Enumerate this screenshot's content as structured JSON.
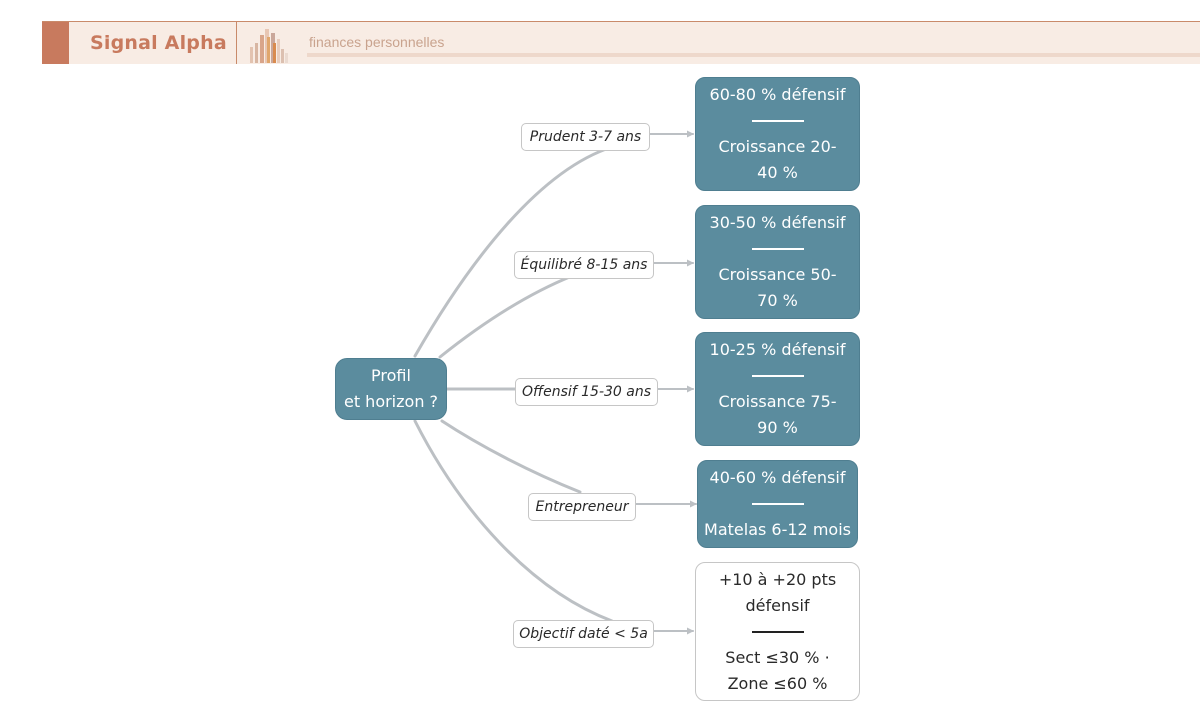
{
  "header": {
    "title": "Signal Alpha",
    "subtitle": "finances personnelles",
    "accent_color": "#c87a5e",
    "logo_icon": "bar-chart-logo-icon"
  },
  "diagram": {
    "root": {
      "line1": "Profil",
      "line2": "et horizon ?"
    },
    "branches": [
      {
        "label": "Prudent 3-7 ans",
        "outcome": {
          "style": "teal",
          "line1": "60-80 % défensif",
          "line2": "Croissance 20-",
          "line3": "40 %"
        }
      },
      {
        "label": "Équilibré 8-15 ans",
        "outcome": {
          "style": "teal",
          "line1": "30-50 % défensif",
          "line2": "Croissance 50-",
          "line3": "70 %"
        }
      },
      {
        "label": "Offensif 15-30 ans",
        "outcome": {
          "style": "teal",
          "line1": "10-25 % défensif",
          "line2": "Croissance 75-",
          "line3": "90 %"
        }
      },
      {
        "label": "Entrepreneur",
        "outcome": {
          "style": "teal",
          "line1": "40-60 % défensif",
          "line2": "Matelas 6-12 mois",
          "line3": ""
        }
      },
      {
        "label": "Objectif daté < 5a",
        "outcome": {
          "style": "white",
          "line0": "+10 à +20 pts",
          "line1": "défensif",
          "line2": "Sect ≤30 % ·",
          "line3": "Zone ≤60 %"
        }
      }
    ],
    "colors": {
      "node_teal": "#5b8c9e",
      "connector": "#bcc0c4"
    }
  }
}
